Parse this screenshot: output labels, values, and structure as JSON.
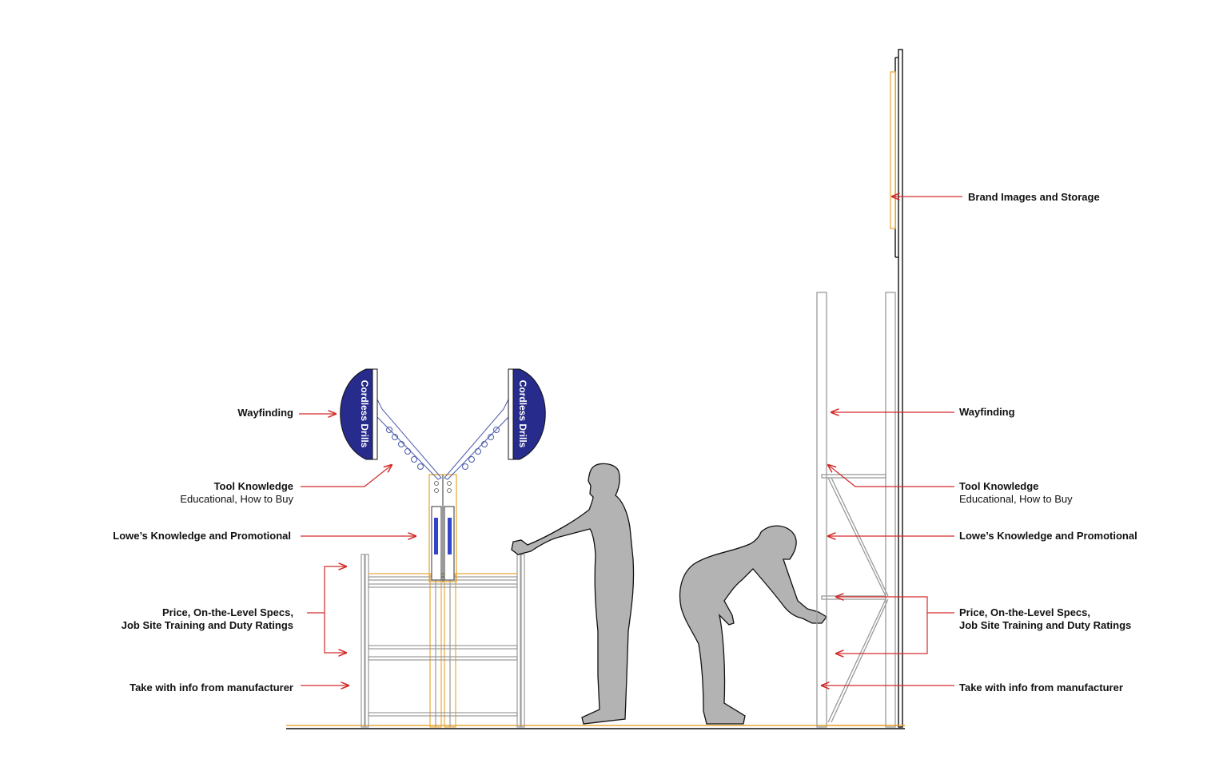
{
  "colors": {
    "arrow": "#d42a2a",
    "fixture_outline": "#9a9a9a",
    "fixture_accent": "#e8a93a",
    "sign_fill": "#262b8c",
    "figure_fill": "#b3b3b3",
    "wall": "#111111"
  },
  "sign": {
    "left_text": "Cordless Drills",
    "right_text": "Cordless Drills"
  },
  "left_labels": {
    "wayfinding": "Wayfinding",
    "tool_knowledge": "Tool Knowledge",
    "tool_knowledge_sub": "Educational, How to Buy",
    "lowes_knowledge": "Lowe’s Knowledge and Promotional",
    "price_line1": "Price, On-the-Level Specs,",
    "price_line2": "Job Site Training and Duty Ratings",
    "take_info": "Take with info from manufacturer"
  },
  "right_labels": {
    "brand_images": "Brand Images and Storage",
    "wayfinding": "Wayfinding",
    "tool_knowledge": "Tool Knowledge",
    "tool_knowledge_sub": "Educational, How to Buy",
    "lowes_knowledge": "Lowe’s Knowledge and Promotional",
    "price_line1": "Price, On-the-Level Specs,",
    "price_line2": "Job Site Training and Duty Ratings",
    "take_info": "Take with info from manufacturer"
  }
}
